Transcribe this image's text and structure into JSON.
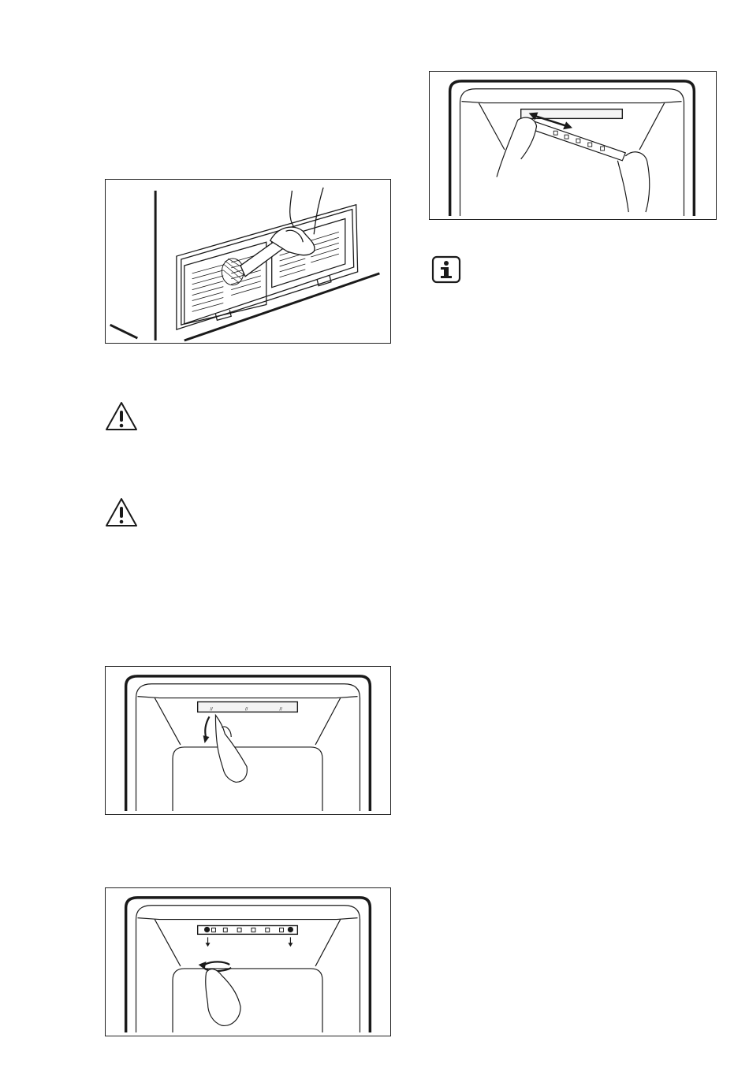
{
  "page": {
    "background": "#ffffff",
    "line_color": "#1a1a1a"
  },
  "figures": [
    {
      "name": "figure-drain-filter-brushing",
      "icon": "brush-cleaning-illustration"
    },
    {
      "name": "figure-light-cover-pull-down",
      "icon": "lamp-cover-removal-illustration"
    },
    {
      "name": "figure-light-cover-rotate",
      "icon": "lamp-cover-rotate-illustration"
    },
    {
      "name": "figure-led-strip-slide-out",
      "icon": "led-strip-removal-illustration"
    }
  ],
  "icons": {
    "warning_1": "warning-triangle-icon",
    "warning_2": "warning-triangle-icon",
    "info": "info-square-icon"
  }
}
